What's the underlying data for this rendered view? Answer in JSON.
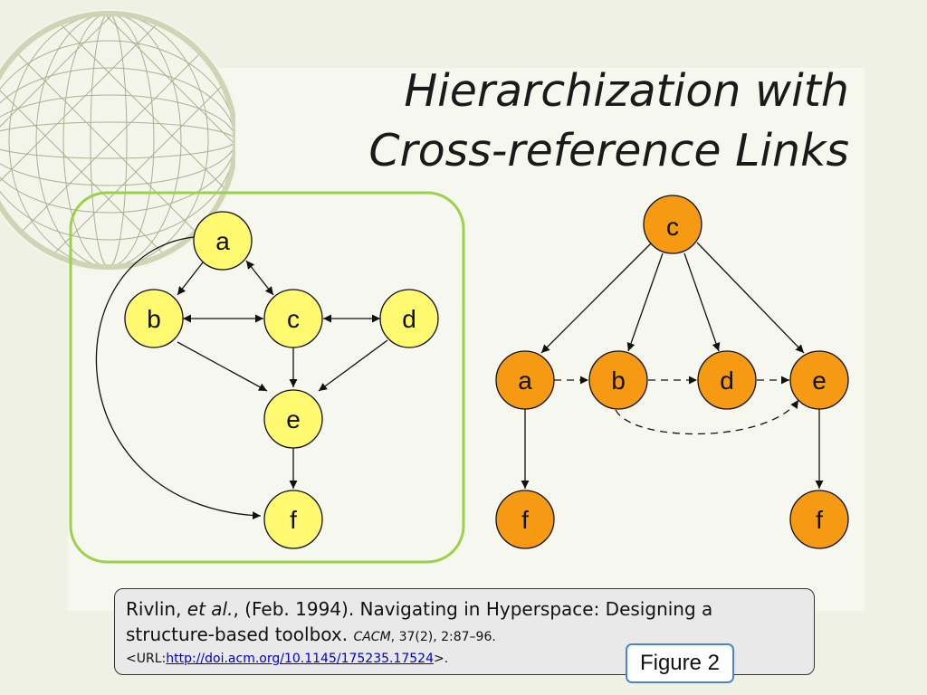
{
  "title": {
    "line1": "Hierarchization with",
    "line2": "Cross-reference Links"
  },
  "left_graph": {
    "nodes": {
      "a": "a",
      "b": "b",
      "c": "c",
      "d": "d",
      "e": "e",
      "f": "f"
    },
    "node_color": "#fffa70",
    "frame_color": "#9bd24a",
    "edges": [
      {
        "from": "a",
        "to": "b",
        "style": "directed"
      },
      {
        "from": "a",
        "to": "c",
        "style": "bidirectional"
      },
      {
        "from": "b",
        "to": "c",
        "style": "bidirectional"
      },
      {
        "from": "c",
        "to": "d",
        "style": "bidirectional"
      },
      {
        "from": "b",
        "to": "e",
        "style": "directed"
      },
      {
        "from": "c",
        "to": "e",
        "style": "directed"
      },
      {
        "from": "d",
        "to": "e",
        "style": "directed"
      },
      {
        "from": "e",
        "to": "f",
        "style": "directed"
      },
      {
        "from": "a",
        "to": "f",
        "style": "directed-curved"
      }
    ]
  },
  "right_graph": {
    "nodes": {
      "c": "c",
      "a": "a",
      "b": "b",
      "d": "d",
      "e": "e",
      "f1": "f",
      "f2": "f"
    },
    "node_color": "#f59a12",
    "edges": [
      {
        "from": "c",
        "to": "a",
        "style": "directed"
      },
      {
        "from": "c",
        "to": "b",
        "style": "directed"
      },
      {
        "from": "c",
        "to": "d",
        "style": "directed"
      },
      {
        "from": "c",
        "to": "e",
        "style": "directed"
      },
      {
        "from": "a",
        "to": "b",
        "style": "dashed"
      },
      {
        "from": "b",
        "to": "d",
        "style": "dashed"
      },
      {
        "from": "d",
        "to": "e",
        "style": "dashed"
      },
      {
        "from": "b",
        "to": "e",
        "style": "dashed-curved"
      },
      {
        "from": "a",
        "to": "f1",
        "style": "directed"
      },
      {
        "from": "e",
        "to": "f2",
        "style": "directed"
      }
    ]
  },
  "citation": {
    "authors": "Rivlin, ",
    "etal": "et al.",
    "rest1": ", (Feb. 1994). Navigating in Hyperspace: Designing a",
    "line2": "structure-based toolbox. ",
    "journal": "CACM",
    "issue": ", 37(2), 2:87–96.",
    "url_prefix": "<URL:",
    "url": "http://doi.acm.org/10.1145/175235.17524",
    "url_suffix": ">."
  },
  "figure_label": "Figure 2"
}
